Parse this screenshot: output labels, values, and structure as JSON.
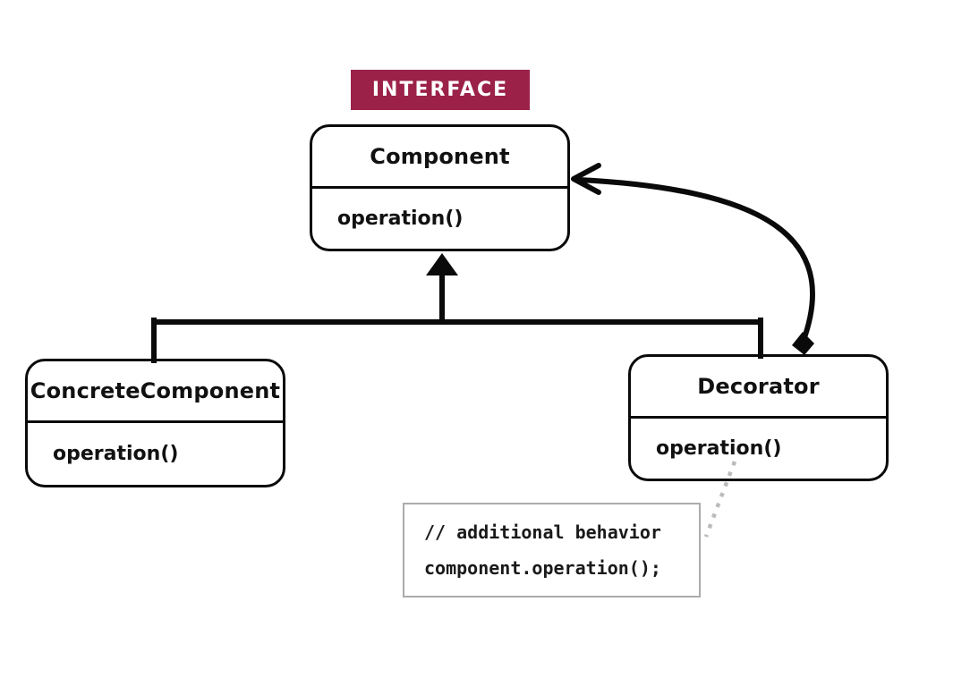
{
  "badge": {
    "label": "INTERFACE"
  },
  "classes": {
    "component": {
      "name": "Component",
      "method": "operation()",
      "stereotype": "interface"
    },
    "concrete_component": {
      "name": "ConcreteComponent",
      "method": "operation()"
    },
    "decorator": {
      "name": "Decorator",
      "method": "operation()"
    }
  },
  "note": {
    "lines": [
      "// additional behavior",
      "component.operation();"
    ]
  },
  "relationships": [
    {
      "type": "inheritance",
      "from": "ConcreteComponent",
      "to": "Component",
      "marker": "filled-triangle"
    },
    {
      "type": "inheritance",
      "from": "Decorator",
      "to": "Component",
      "marker": "filled-triangle"
    },
    {
      "type": "aggregation",
      "from": "Decorator",
      "to": "Component",
      "marker": "open-arrow-and-filled-diamond",
      "style": "curved"
    },
    {
      "type": "note-link",
      "from": "Decorator.operation()",
      "to": "note",
      "style": "dotted"
    }
  ],
  "colors": {
    "badge_background": "#9B2149",
    "badge_text": "#FFFFFF",
    "line": "#0A0A0A",
    "text": "#111111",
    "note_border": "#ABABAB",
    "dotted_link": "#BBBBBB",
    "background": "#FFFFFF"
  }
}
